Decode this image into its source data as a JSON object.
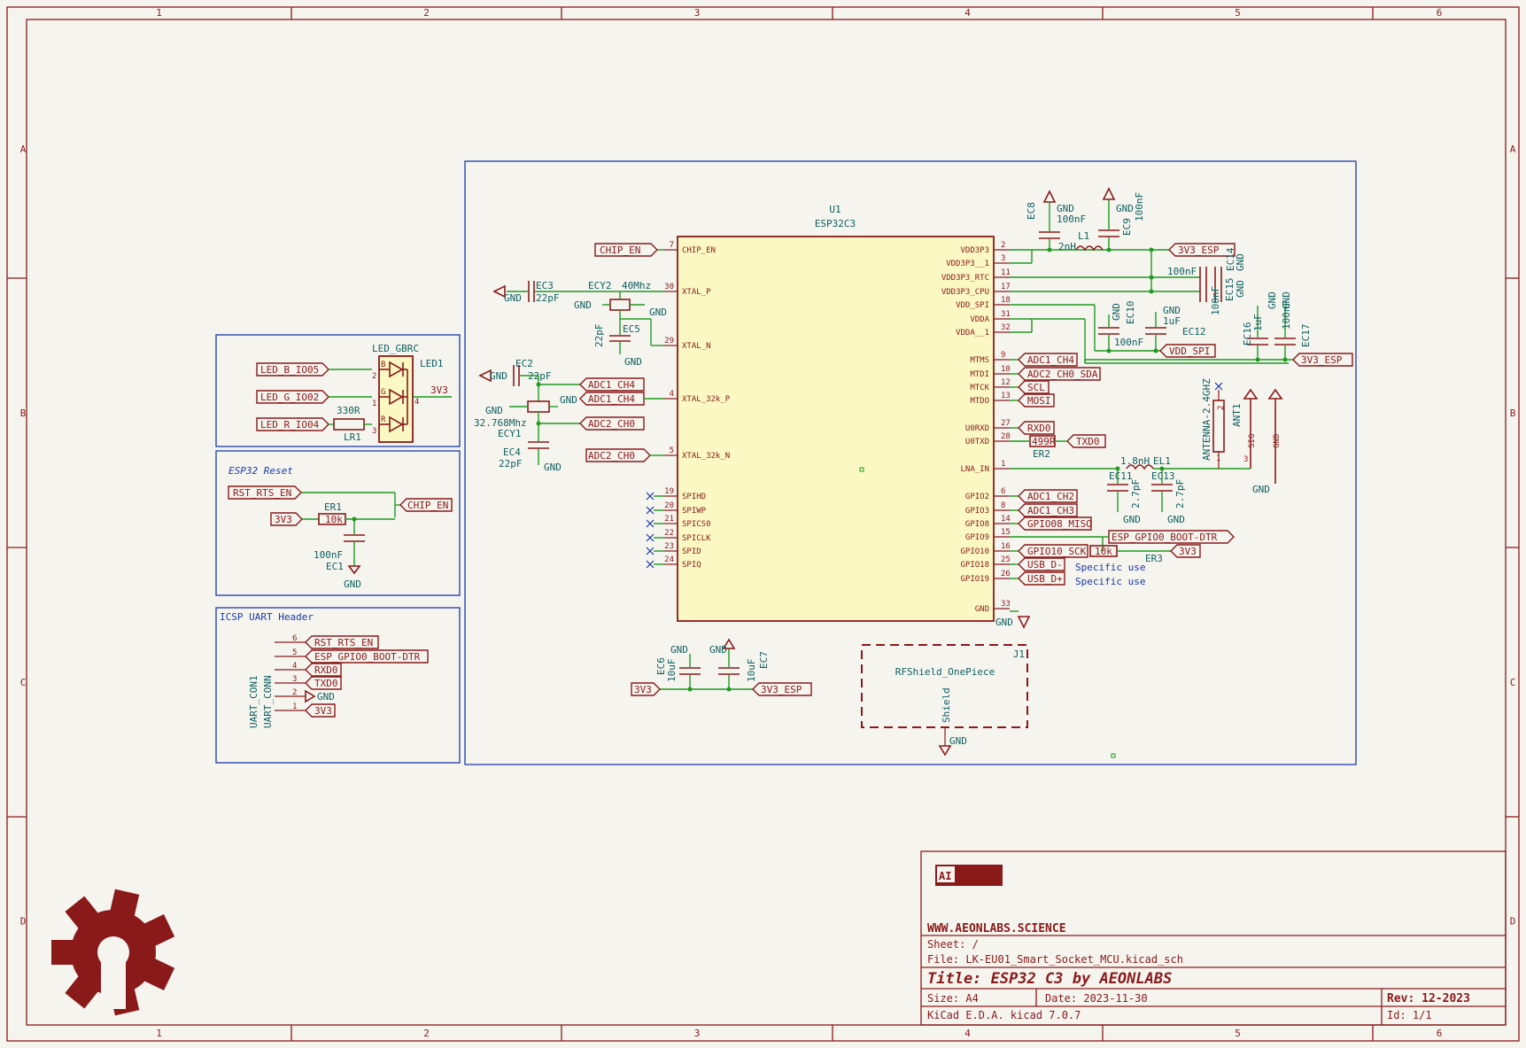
{
  "border": {
    "col_labels": [
      "1",
      "2",
      "3",
      "4",
      "5",
      "6"
    ],
    "row_labels": [
      "A",
      "B",
      "C",
      "D"
    ]
  },
  "title_block": {
    "website": "WWW.AEONLABS.SCIENCE",
    "sheet": "Sheet: /",
    "file": "File: LK-EU01_Smart_Socket_MCU.kicad_sch",
    "title": "Title: ESP32 C3 by AEONLABS",
    "size": "Size: A4",
    "date": "Date: 2023-11-30",
    "rev": "Rev: 12-2023",
    "kicad": "KiCad E.D.A.  kicad 7.0.7",
    "id": "Id: 1/1",
    "logo_text": "AI"
  },
  "u1": {
    "ref": "U1",
    "value": "ESP32C3",
    "left_pins": [
      {
        "num": "7",
        "name": "CHIP_EN"
      },
      {
        "num": "30",
        "name": "XTAL_P"
      },
      {
        "num": "29",
        "name": "XTAL_N"
      },
      {
        "num": "4",
        "name": "XTAL_32k_P"
      },
      {
        "num": "5",
        "name": "XTAL_32k_N"
      },
      {
        "num": "19",
        "name": "SPIHD"
      },
      {
        "num": "20",
        "name": "SPIWP"
      },
      {
        "num": "21",
        "name": "SPICS0"
      },
      {
        "num": "22",
        "name": "SPICLK"
      },
      {
        "num": "23",
        "name": "SPID"
      },
      {
        "num": "24",
        "name": "SPIQ"
      }
    ],
    "right_pins": [
      {
        "num": "2",
        "name": "VDD3P3"
      },
      {
        "num": "3",
        "name": "VDD3P3__1"
      },
      {
        "num": "11",
        "name": "VDD3P3_RTC"
      },
      {
        "num": "17",
        "name": "VDD3P3_CPU"
      },
      {
        "num": "18",
        "name": "VDD_SPI"
      },
      {
        "num": "31",
        "name": "VDDA"
      },
      {
        "num": "32",
        "name": "VDDA__1"
      },
      {
        "num": "9",
        "name": "MTMS"
      },
      {
        "num": "10",
        "name": "MTDI"
      },
      {
        "num": "12",
        "name": "MTCK"
      },
      {
        "num": "13",
        "name": "MTDO"
      },
      {
        "num": "27",
        "name": "U0RXD"
      },
      {
        "num": "28",
        "name": "U0TXD"
      },
      {
        "num": "1",
        "name": "LNA_IN"
      },
      {
        "num": "6",
        "name": "GPIO2"
      },
      {
        "num": "8",
        "name": "GPIO3"
      },
      {
        "num": "14",
        "name": "GPIO8"
      },
      {
        "num": "15",
        "name": "GPIO9"
      },
      {
        "num": "16",
        "name": "GPIO10"
      },
      {
        "num": "25",
        "name": "GPIO18"
      },
      {
        "num": "26",
        "name": "GPIO19"
      },
      {
        "num": "33",
        "name": "GND"
      }
    ]
  },
  "left_labels": {
    "chip_en": "CHIP_EN",
    "adc1_ch4_a": "ADC1_CH4",
    "adc1_ch4_b": "ADC1_CH4",
    "adc2_ch0_a": "ADC2_CH0",
    "adc2_ch0_b": "ADC2_CH0"
  },
  "right_labels": {
    "v3v3_esp_top": "3V3_ESP",
    "vdd_spi": "VDD_SPI",
    "v3v3_esp_right": "3V3_ESP",
    "adc1_ch4": "ADC1_CH4",
    "adc2_ch0_sda": "ADC2_CH0_SDA",
    "scl": "SCL",
    "mosi": "MOSI",
    "rxd0": "RXD0",
    "txd0": "TXD0",
    "adc1_ch2": "ADC1_CH2",
    "adc1_ch3": "ADC1_CH3",
    "gpio08_miso": "GPIO08_MISO",
    "gpio10_sck": "GPIO10_SCK",
    "usb_dm": "USB_D-",
    "usb_dp": "USB_D+",
    "esp_boot": "ESP_GPIO0_BOOT-DTR",
    "v3v3_er3": "3V3",
    "specific_1": "Specific use",
    "specific_2": "Specific use"
  },
  "components": {
    "ec3": {
      "ref": "EC3",
      "value": "22pF"
    },
    "ecy2": {
      "ref": "ECY2",
      "value": "40Mhz"
    },
    "ec5": {
      "ref": "EC5",
      "value": "22pF"
    },
    "ec2": {
      "ref": "EC2",
      "value": "22pF"
    },
    "ecy1": {
      "ref": "ECY1",
      "value": "32.768Mhz"
    },
    "ec4": {
      "ref": "EC4",
      "value": "22pF"
    },
    "ec8": {
      "ref": "EC8",
      "value": "100nF"
    },
    "ec9": {
      "ref": "EC9",
      "value": "100nF"
    },
    "l1": {
      "ref": "L1",
      "value": "2nH"
    },
    "ec14": {
      "ref": "EC14",
      "value": "100nF"
    },
    "ec15": {
      "ref": "EC15",
      "value": "100nF"
    },
    "ec10": {
      "ref": "EC10",
      "value": "100nF"
    },
    "ec12": {
      "ref": "EC12",
      "value": "1uF"
    },
    "ec16": {
      "ref": "EC16",
      "value": "1uF"
    },
    "ec17": {
      "ref": "EC17",
      "value": "100nF"
    },
    "er2": {
      "ref": "ER2",
      "value": "499R"
    },
    "el1": {
      "ref": "EL1",
      "value": "1.8nH"
    },
    "ec11": {
      "ref": "EC11",
      "value": "2.7pF"
    },
    "ec13": {
      "ref": "EC13",
      "value": "2.7pF"
    },
    "er3": {
      "ref": "ER3",
      "value": "10k"
    },
    "ant1": {
      "ref": "ANT1",
      "value": "ANTENNA-2.4GHZ"
    },
    "ec6": {
      "ref": "EC6",
      "value": "10uF"
    },
    "ec7": {
      "ref": "EC7",
      "value": "10uF"
    },
    "j1": {
      "ref": "J1",
      "value": "RFShield_OnePiece",
      "pin": "Shield"
    },
    "led1": {
      "ref": "LED1",
      "value": "LED_GBRC"
    },
    "lr1": {
      "ref": "LR1",
      "value": "330R"
    },
    "er1": {
      "ref": "ER1",
      "value": "10k"
    },
    "ec1": {
      "ref": "EC1",
      "value": "100nF"
    },
    "uart": {
      "ref": "UART_CON1",
      "value": "UART_CONN"
    }
  },
  "power": {
    "gnd": "GND",
    "v3v3": "3V3",
    "v3v3_esp": "3V3_ESP"
  },
  "led_block": {
    "b": "LED_B_IO05",
    "g": "LED_G_IO02",
    "r": "LED_R_IO04",
    "pins": [
      "2",
      "1",
      "3",
      "4"
    ],
    "letters": [
      "B",
      "G",
      "R"
    ],
    "out": "3V3"
  },
  "reset_block": {
    "title": "ESP32 Reset",
    "rst": "RST_RTS_EN",
    "chip_en": "CHIP_EN",
    "v3v3": "3V3"
  },
  "uart_block": {
    "title": "ICSP UART Header",
    "pins": [
      {
        "num": "6",
        "label": "RST_RTS_EN"
      },
      {
        "num": "5",
        "label": "ESP_GPIO0_BOOT-DTR"
      },
      {
        "num": "4",
        "label": "RXD0"
      },
      {
        "num": "3",
        "label": "TXD0"
      },
      {
        "num": "2",
        "label": "GND"
      },
      {
        "num": "1",
        "label": "3V3"
      }
    ]
  },
  "bottom_labels": {
    "v3v3": "3V3",
    "v3v3_esp": "3V3_ESP"
  },
  "ant_pins": {
    "p1": "1",
    "p2": "2",
    "p3": "3",
    "sig": "SIG",
    "gnd": "GND"
  }
}
